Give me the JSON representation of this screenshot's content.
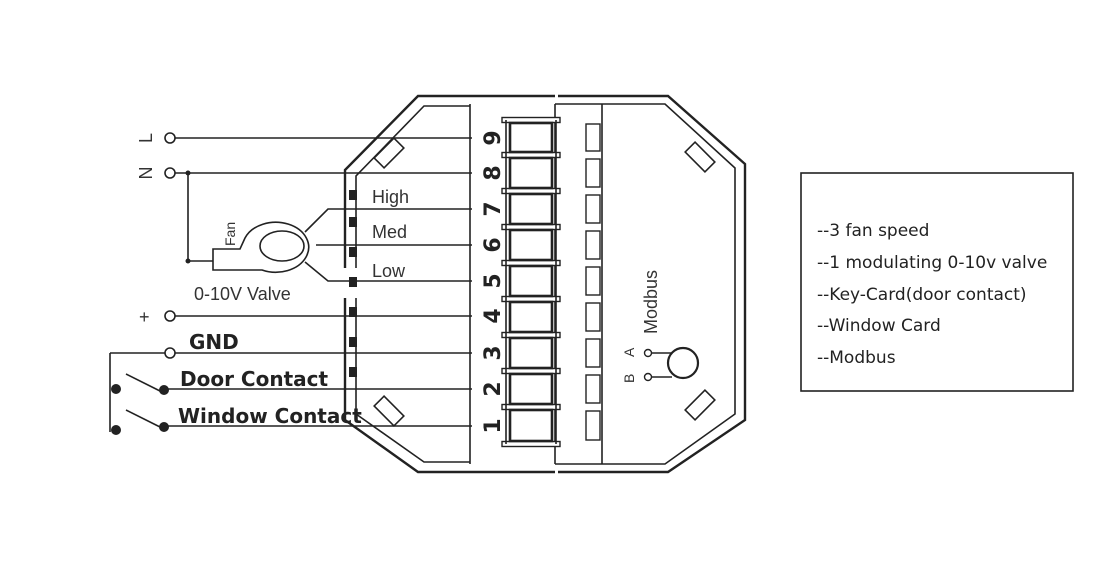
{
  "left_terminals": {
    "L": "L",
    "N": "N",
    "plus": "+",
    "gnd": "GND"
  },
  "fan": {
    "label": "Fan",
    "high": "High",
    "med": "Med",
    "low": "Low"
  },
  "valve_label": "0-10V Valve",
  "contacts": {
    "door": "Door Contact",
    "window": "Window Contact"
  },
  "terminal_numbers": [
    "9",
    "8",
    "7",
    "6",
    "5",
    "4",
    "3",
    "2",
    "1"
  ],
  "modbus": {
    "label": "Modbus",
    "a": "A",
    "b": "B"
  },
  "features": [
    "--3 fan speed",
    "--1 modulating 0-10v valve",
    "--Key-Card(door contact)",
    "--Window Card",
    "--Modbus"
  ]
}
